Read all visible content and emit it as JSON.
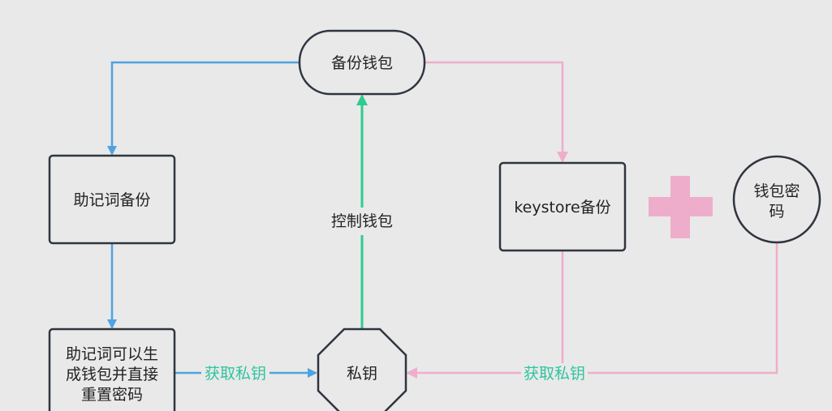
{
  "nodes": {
    "backup_wallet": "备份钱包",
    "mnemonic_backup": "助记词备份",
    "mnemonic_regen": [
      "助记词可以生",
      "成钱包并直接",
      "重置密码"
    ],
    "keystore_backup": "keystore备份",
    "wallet_password": [
      "钱包密",
      "码"
    ],
    "private_key": "私钥"
  },
  "edge_labels": {
    "control_wallet": "控制钱包",
    "get_key_left": "获取私钥",
    "get_key_right": "获取私钥"
  },
  "colors": {
    "background": "#e9e9e9",
    "node_stroke": "#2f3540",
    "blue_edge": "#4fa3e0",
    "green_edge": "#2ecc8f",
    "pink_edge": "#eeaecb",
    "pink_plus": "#eeaecb",
    "teal_label": "#2ec4a0"
  },
  "icons": {
    "plus": "plus-icon"
  }
}
